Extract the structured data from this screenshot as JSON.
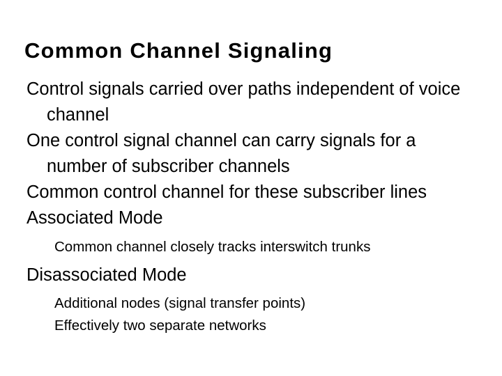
{
  "slide": {
    "title": "Common Channel Signaling",
    "background_color": "#ffffff",
    "text_color": "#000000",
    "bullets": [
      {
        "level": 1,
        "text": "Control signals carried over paths independent of voice channel"
      },
      {
        "level": 1,
        "text": "One control signal channel can carry signals for a number of subscriber channels"
      },
      {
        "level": 1,
        "text": "Common control channel for these subscriber lines"
      },
      {
        "level": 1,
        "text": "Associated Mode"
      },
      {
        "level": 2,
        "text": "Common channel closely tracks interswitch trunks"
      },
      {
        "level": 1,
        "text": "Disassociated Mode"
      },
      {
        "level": 2,
        "text": "Additional nodes (signal transfer points)"
      },
      {
        "level": 2,
        "text": "Effectively two separate networks"
      }
    ]
  }
}
